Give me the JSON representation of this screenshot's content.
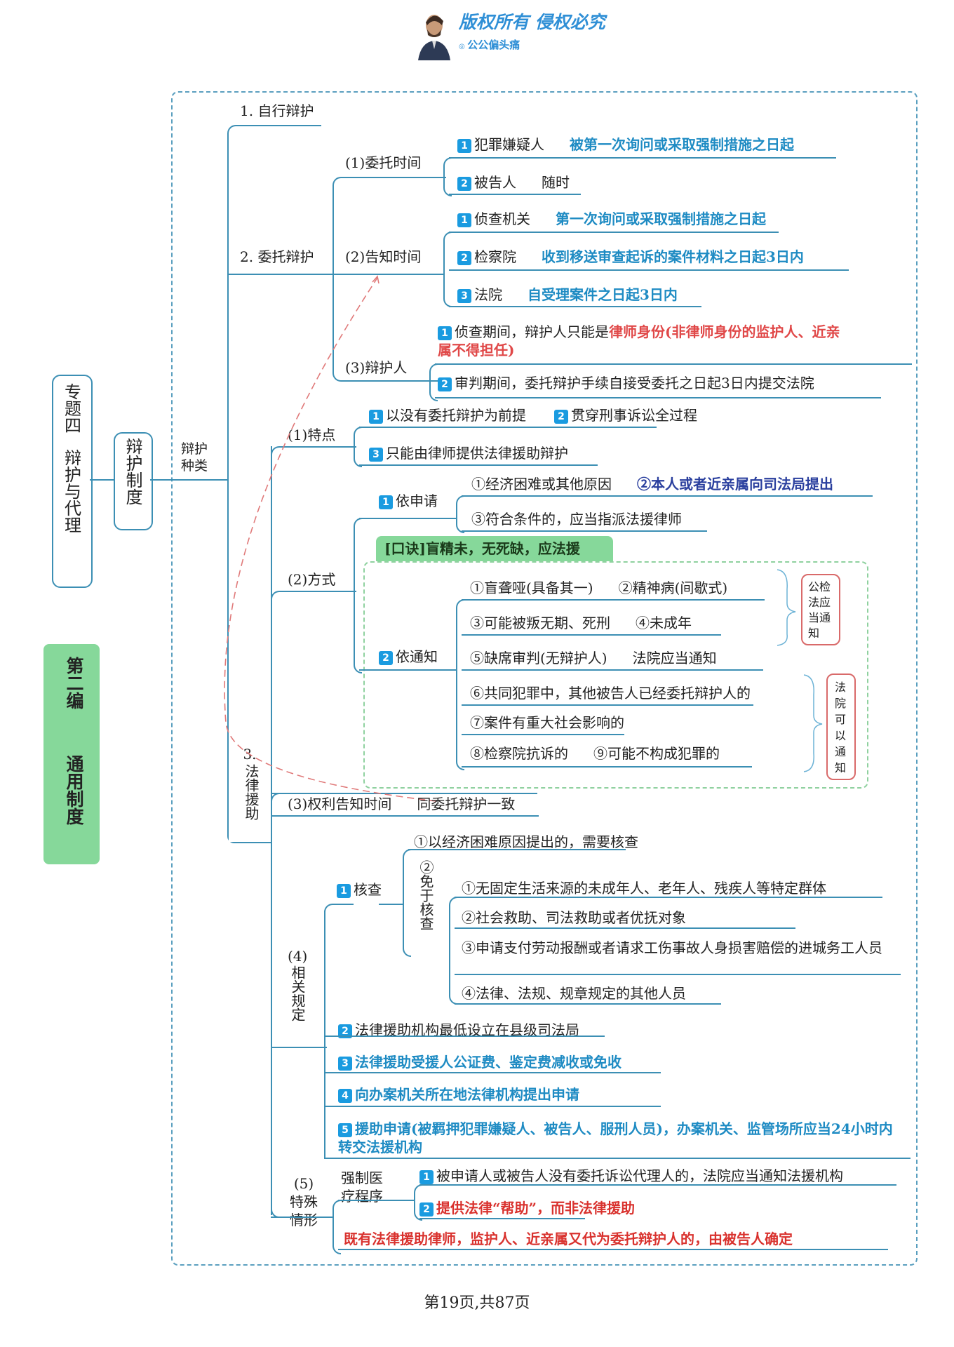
{
  "header": {
    "watermark_title": "版权所有  侵权必究",
    "watermark_sub": "公公偏头痛"
  },
  "left": {
    "topic": "专题四 辩护与代理",
    "topic_line1": "专题四",
    "topic_line2": "辩护与代理",
    "node": "辩护制度",
    "category": "辩护种类",
    "chapter_line1": "第二编",
    "chapter_line2": "通用制度"
  },
  "self_defense": {
    "label": "1. 自行辩护"
  },
  "entrusted": {
    "label": "2. 委托辩护",
    "time": {
      "label": "(1)委托时间",
      "items": [
        {
          "num": "1",
          "who": "犯罪嫌疑人",
          "when": "被第一次询问或采取强制措施之日起"
        },
        {
          "num": "2",
          "who": "被告人",
          "when": "随时"
        }
      ]
    },
    "notify": {
      "label": "(2)告知时间",
      "items": [
        {
          "num": "1",
          "who": "侦查机关",
          "when": "第一次询问或采取强制措施之日起"
        },
        {
          "num": "2",
          "who": "检察院",
          "when": "收到移送审查起诉的案件材料之日起3日内"
        },
        {
          "num": "3",
          "who": "法院",
          "when": "自受理案件之日起3日内"
        }
      ]
    },
    "defender": {
      "label": "(3)辩护人",
      "item1_num": "1",
      "item1_text": "侦查期间，辩护人只能是",
      "item1_red_a": "律师身份(非律师身份的监护人、近亲",
      "item1_red_b": "属不得担任)",
      "item2_num": "2",
      "item2_text": "审判期间，委托辩护手续自接受委托之日起3日内提交法院"
    }
  },
  "legal_aid": {
    "label": "3.法律援助",
    "features": {
      "label": "(1)特点",
      "items": [
        {
          "num": "1",
          "text": "以没有委托辩护为前提"
        },
        {
          "num": "2",
          "text": "贯穿刑事诉讼全过程"
        },
        {
          "num": "3",
          "text": "只能由律师提供法律援助辩护"
        }
      ]
    },
    "methods": {
      "label": "(2)方式",
      "by_application": {
        "num": "1",
        "label": "依申请",
        "item1": "①经济困难或其他原因",
        "item2": "②本人或者近亲属向司法局提出",
        "item3": "③符合条件的，应当指派法援律师"
      },
      "mnemonic": "[口诀]盲精未，无死缺，应法援",
      "by_notice": {
        "num": "2",
        "label": "依通知",
        "rows": [
          {
            "a": "①盲聋哑(具备其一)",
            "b": "②精神病(间歇式)"
          },
          {
            "a": "③可能被叛无期、死刑",
            "b": "④未成年"
          },
          {
            "a": "⑤缺席审判(无辩护人)",
            "b": "法院应当通知"
          },
          {
            "a": "⑥共同犯罪中，其他被告人已经委托辩护人的",
            "b": ""
          },
          {
            "a": "⑦案件有重大社会影响的",
            "b": ""
          },
          {
            "a": "⑧检察院抗诉的",
            "b": "⑨可能不构成犯罪的"
          }
        ],
        "must_label": "公检法应当通知",
        "may_label": "法院可以通知"
      }
    },
    "notify_time": {
      "label": "(3)权利告知时间",
      "value": "同委托辩护一致"
    },
    "rules": {
      "label": "(4)相关规定",
      "check": {
        "num": "1",
        "label": "核查",
        "item1": "①以经济困难原因提出的，需要核查",
        "exempt_label": "②免于核查",
        "exempt_items": [
          "①无固定生活来源的未成年人、老年人、残疾人等特定群体",
          "②社会救助、司法救助或者优抚对象",
          "③申请支付劳动报酬或者请求工伤事故人身损害赔偿的进城务工人员",
          "④法律、法规、规章规定的其他人员"
        ]
      },
      "items": [
        {
          "num": "2",
          "text": "法律援助机构最低设立在县级司法局"
        },
        {
          "num": "3",
          "text": "法律援助受援人公证费、鉴定费减收或免收"
        },
        {
          "num": "4",
          "text": "向办案机关所在地法律机构提出申请"
        },
        {
          "num": "5",
          "text": "援助申请(被羁押犯罪嫌疑人、被告人、服刑人员)，办案机关、监管场所应当24小时内转交法援机构"
        }
      ]
    },
    "special": {
      "label": "(5)特殊情形",
      "medical": {
        "label": "强制医疗程序",
        "items": [
          {
            "num": "1",
            "text": "被申请人或被告人没有委托诉讼代理人的，法院应当通知法援机构"
          },
          {
            "num": "2",
            "text": "提供法律“帮助”，而非法律援助"
          }
        ]
      },
      "both": "既有法律援助律师，监护人、近亲属又代为委托辩护人的，由被告人确定"
    }
  },
  "footer": {
    "page": "第19页,共87页"
  },
  "colors": {
    "line": "#3c8fb4",
    "blue_text": "#1e8bc3",
    "red_text": "#d9322e",
    "badge": "#1a9be0",
    "chapter_bg": "#86d89a",
    "dashed_frame": "#5a9fbf"
  }
}
